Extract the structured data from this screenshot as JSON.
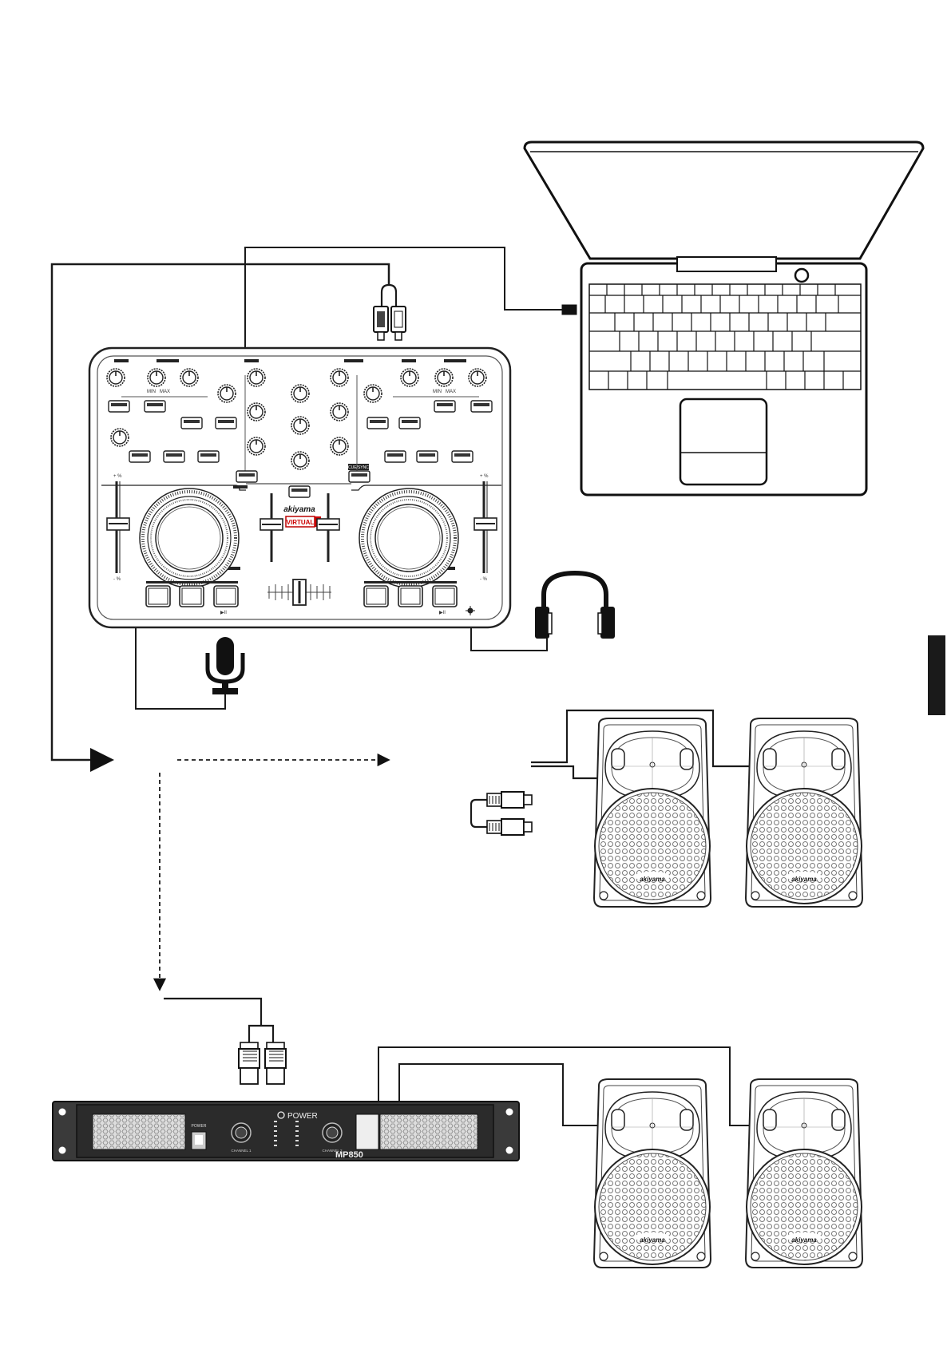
{
  "controller": {
    "brand": "akiyama",
    "badge": "VIRTUAL",
    "cue_label": "CUE/SYNC",
    "knob_min": "MIN",
    "knob_max": "MAX",
    "pitch_plus": "+ %",
    "pitch_minus": "- %",
    "play_pause": "▶II"
  },
  "speakers": {
    "brand": "akiyama"
  },
  "amplifier": {
    "brand": "POWER",
    "model": "MP850",
    "power_label": "POWER",
    "channel_1": "CHANNEL 1",
    "channel_2": "CHANNEL 2"
  },
  "colors": {
    "line": "#1a1a1a",
    "device_fill": "#ffffff",
    "amp_body": "#2b2b2b",
    "tab": "#1a1a1a"
  }
}
